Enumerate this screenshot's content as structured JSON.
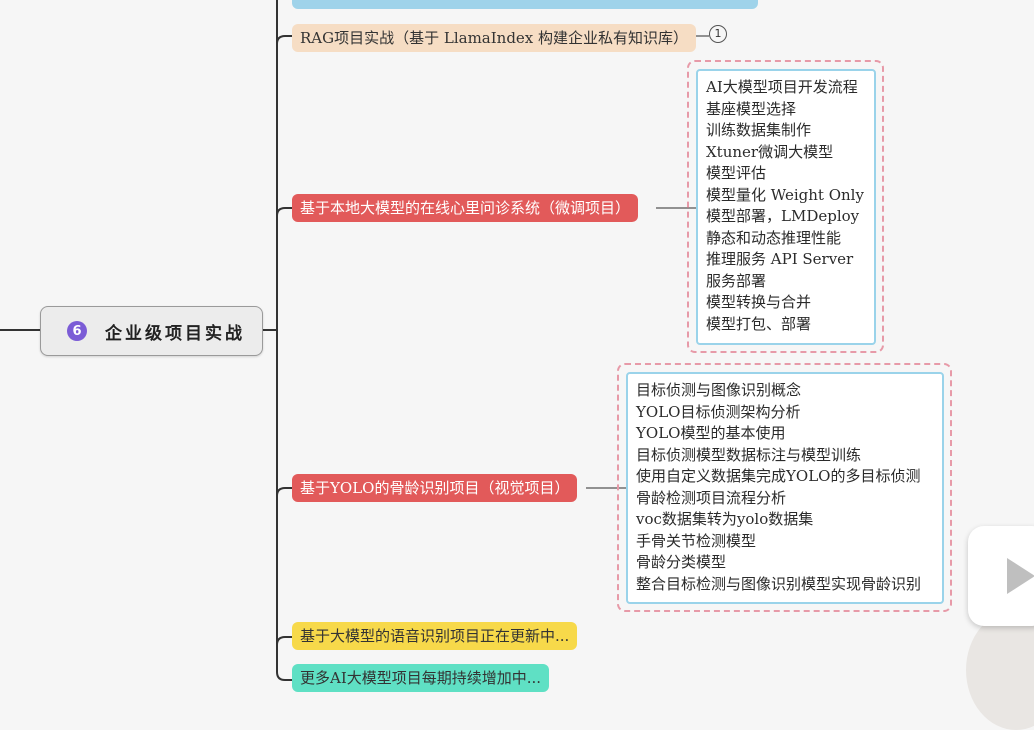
{
  "root": {
    "number": "6",
    "label": "企业级项目实战"
  },
  "branches": [
    {
      "label": "RAG项目实战（基于 LlamaIndex 构建企业私有知识库）",
      "badge": "1",
      "color": "#f6ddc4",
      "text_color": "#333333"
    },
    {
      "label": "基于本地大模型的在线心里问诊系统（微调项目）",
      "color": "#e25a5a",
      "text_color": "#ffffff"
    },
    {
      "label": "基于YOLO的骨龄识别项目（视觉项目）",
      "color": "#e25a5a",
      "text_color": "#ffffff"
    },
    {
      "label": "基于大模型的语音识别项目正在更新中...",
      "color": "#f7d94a",
      "text_color": "#333333"
    },
    {
      "label": "更多AI大模型项目每期持续增加中...",
      "color": "#5fe0c4",
      "text_color": "#333333"
    }
  ],
  "details_llm": [
    "AI大模型项目开发流程",
    "基座模型选择",
    "训练数据集制作",
    "Xtuner微调大模型",
    "模型评估",
    "模型量化 Weight Only",
    "模型部署，LMDeploy",
    "静态和动态推理性能",
    "推理服务 API Server",
    "服务部署",
    "模型转换与合并",
    "模型打包、部署"
  ],
  "details_yolo": [
    "目标侦测与图像识别概念",
    "YOLO目标侦测架构分析",
    "YOLO模型的基本使用",
    "目标侦测模型数据标注与模型训练",
    "使用自定义数据集完成YOLO的多目标侦测",
    "骨龄检测项目流程分析",
    "voc数据集转为yolo数据集",
    "手骨关节检测模型",
    "骨龄分类模型",
    "整合目标检测与图像识别模型实现骨龄识别"
  ],
  "colors": {
    "connector": "#333333",
    "detail_border": "#e79aa8",
    "detail_inner_border": "#9ad3ea"
  }
}
